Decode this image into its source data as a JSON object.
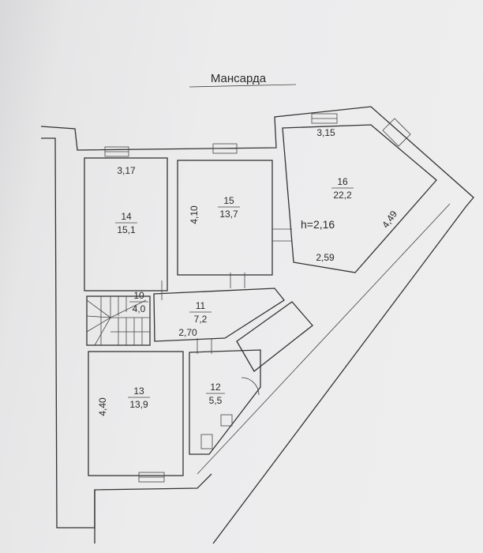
{
  "title": "Мансарда",
  "ceiling_height": "h=2,16",
  "rooms": [
    {
      "number": "14",
      "area": "15,1",
      "width": "3,17",
      "length": ""
    },
    {
      "number": "15",
      "area": "13,7",
      "length": "4,10"
    },
    {
      "number": "16",
      "area": "22,2",
      "top": "3,15",
      "side": "4,49",
      "bottom": "2,59"
    },
    {
      "number": "10",
      "area": "4,0"
    },
    {
      "number": "11",
      "area": "7,2",
      "width": "2,70"
    },
    {
      "number": "12",
      "area": "5,5"
    },
    {
      "number": "13",
      "area": "13,9",
      "length": "4,40"
    }
  ]
}
